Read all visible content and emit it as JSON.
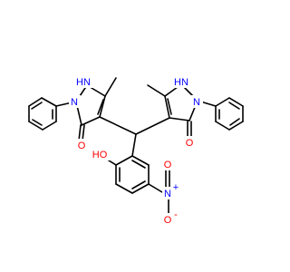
{
  "colors": {
    "background": "#ffffff",
    "bond": "#000000",
    "nitrogen": "#0000ff",
    "oxygen": "#ff0000",
    "carbon": "#000000"
  },
  "labels": {
    "nh_left": "HN",
    "n_left": "N",
    "o_left": "O",
    "nh_right": "HN",
    "n_right": "N",
    "o_right": "O",
    "oh": "HO",
    "n_nitro": "N",
    "n_nitro_charge": "+",
    "o_nitro_top": "O",
    "o_nitro_bottom": "O",
    "o_nitro_bottom_charge": "-"
  }
}
